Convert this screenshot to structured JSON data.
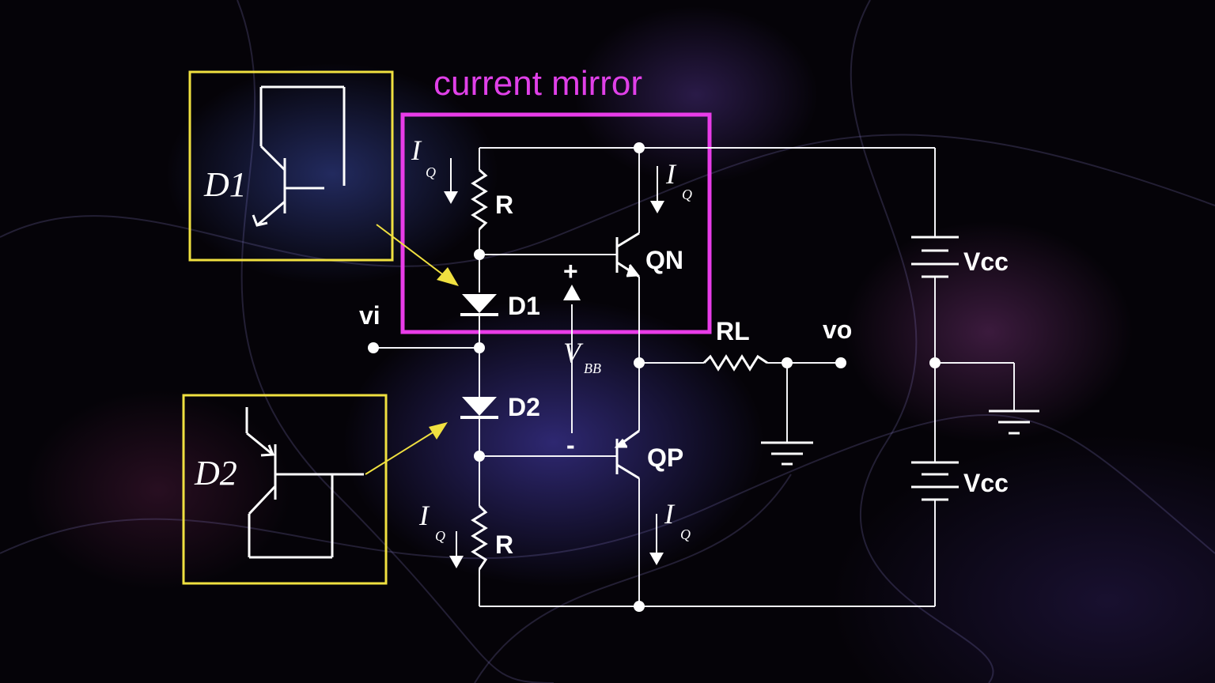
{
  "title": "current mirror",
  "labels": {
    "R_top": "R",
    "R_bottom": "R",
    "D1": "D1",
    "D2": "D2",
    "QN": "QN",
    "QP": "QP",
    "RL": "RL",
    "vi": "vi",
    "vo": "vo",
    "Vcc_top": "Vcc",
    "Vcc_bottom": "Vcc",
    "V": "V",
    "BB": "BB",
    "I": "I",
    "Q": "Q",
    "plus": "+",
    "minus": "-"
  },
  "insets": {
    "D1": "D1",
    "D2": "D2"
  },
  "colors": {
    "mirror_box": "#e83ce8",
    "inset_box": "#f0e040",
    "arrow": "#f0e040",
    "wire": "#f4f4f8"
  }
}
